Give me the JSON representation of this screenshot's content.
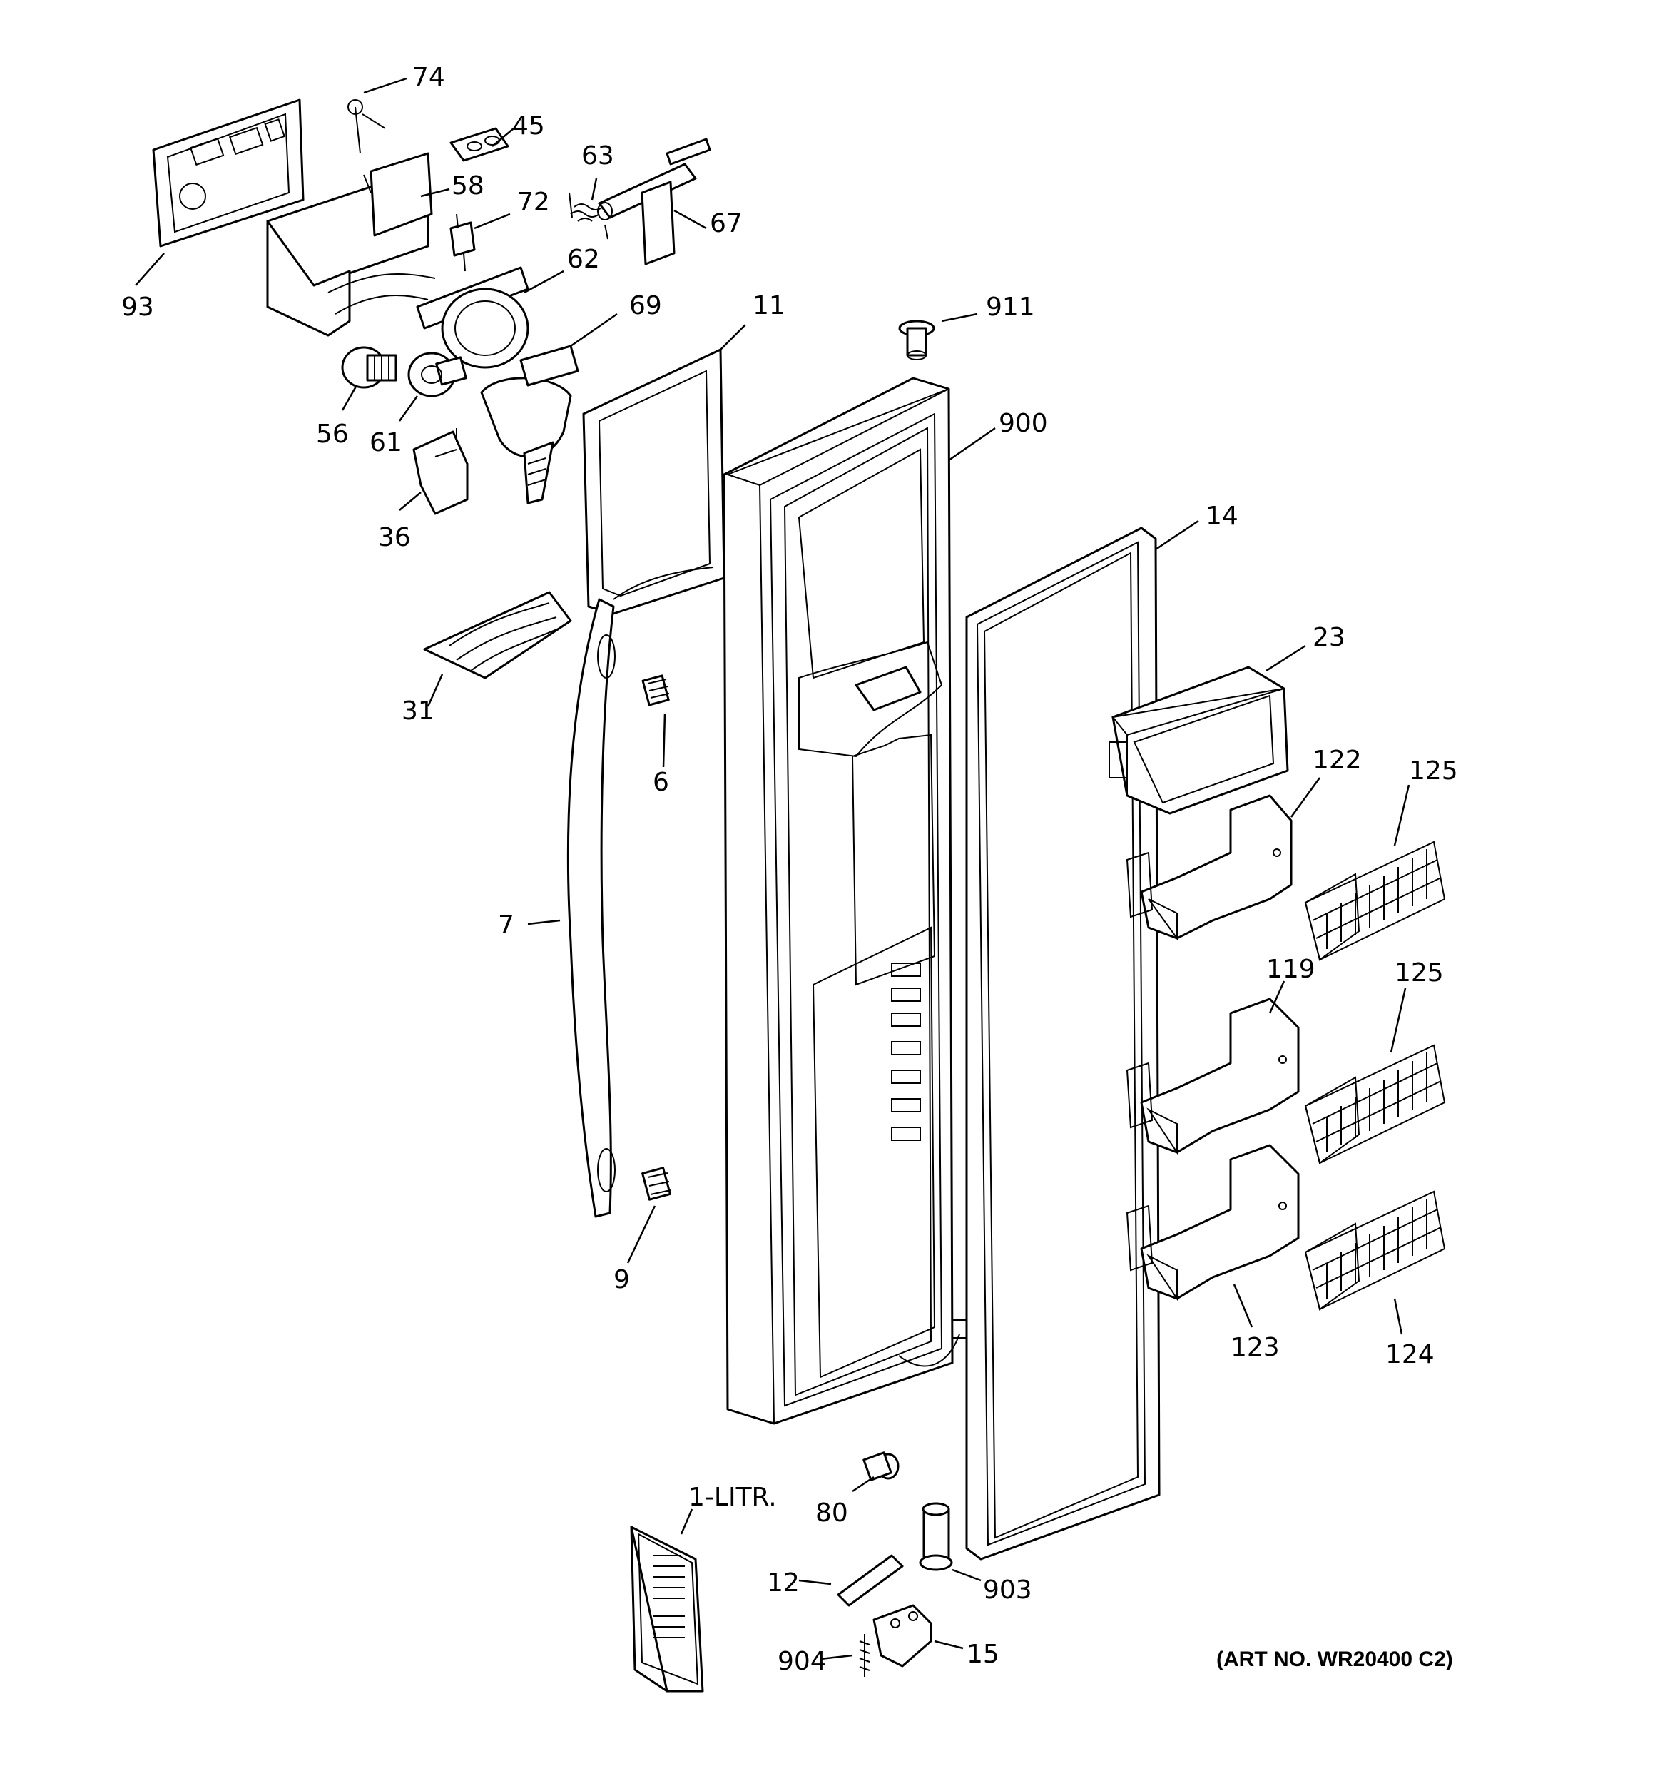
{
  "diagram": {
    "art_number": "(ART NO. WR20400 C2)",
    "callouts": [
      {
        "id": "p74",
        "text": "74"
      },
      {
        "id": "p45",
        "text": "45"
      },
      {
        "id": "p63",
        "text": "63"
      },
      {
        "id": "p58",
        "text": "58"
      },
      {
        "id": "p72",
        "text": "72"
      },
      {
        "id": "p67",
        "text": "67"
      },
      {
        "id": "p93",
        "text": "93"
      },
      {
        "id": "p62",
        "text": "62"
      },
      {
        "id": "p69",
        "text": "69"
      },
      {
        "id": "p11",
        "text": "11"
      },
      {
        "id": "p911",
        "text": "911"
      },
      {
        "id": "p56",
        "text": "56"
      },
      {
        "id": "p61",
        "text": "61"
      },
      {
        "id": "p900",
        "text": "900"
      },
      {
        "id": "p36",
        "text": "36"
      },
      {
        "id": "p14",
        "text": "14"
      },
      {
        "id": "p23",
        "text": "23"
      },
      {
        "id": "p31",
        "text": "31"
      },
      {
        "id": "p6",
        "text": "6"
      },
      {
        "id": "p122",
        "text": "122"
      },
      {
        "id": "p125a",
        "text": "125"
      },
      {
        "id": "p7",
        "text": "7"
      },
      {
        "id": "p119",
        "text": "119"
      },
      {
        "id": "p125b",
        "text": "125"
      },
      {
        "id": "p9",
        "text": "9"
      },
      {
        "id": "p123",
        "text": "123"
      },
      {
        "id": "p124",
        "text": "124"
      },
      {
        "id": "p1litr",
        "text": "1-LITR."
      },
      {
        "id": "p80",
        "text": "80"
      },
      {
        "id": "p12",
        "text": "12"
      },
      {
        "id": "p903",
        "text": "903"
      },
      {
        "id": "p904",
        "text": "904"
      },
      {
        "id": "p15",
        "text": "15"
      }
    ]
  }
}
